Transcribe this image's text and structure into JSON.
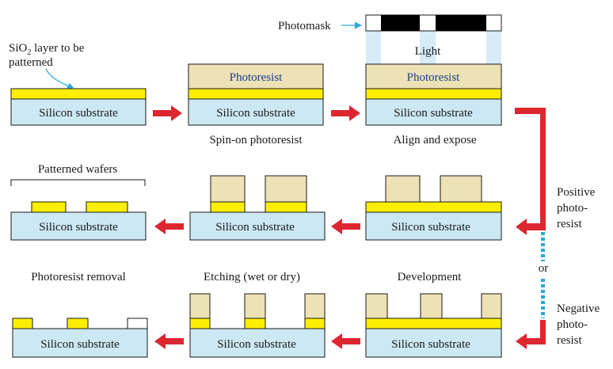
{
  "labels": {
    "photomask": "Photomask",
    "sio2_line1": "SiO",
    "sio2_sub": "2",
    "sio2_line1_rest": " layer to be",
    "sio2_line2": "patterned",
    "light": "Light",
    "photoresist": "Photoresist",
    "silicon_substrate": "Silicon substrate",
    "spin_on": "Spin-on photoresist",
    "align_expose": "Align and expose",
    "patterned_wafers": "Patterned wafers",
    "positive_line1": "Positive",
    "positive_line2": "photo-",
    "positive_line3": "resist",
    "or": "or",
    "negative_line1": "Negative",
    "negative_line2": "photo-",
    "negative_line3": "resist",
    "photoresist_removal": "Photoresist removal",
    "etching": "Etching (wet or dry)",
    "development": "Development"
  },
  "colors": {
    "substrate": "#cce8f4",
    "oxide": "#ffee00",
    "photoresist": "#ede1b6",
    "arrow": "#dd2630",
    "light": "#d6ecf7",
    "mask_opaque": "#000000",
    "pointer": "#29a8e0",
    "dotted_path": "#29a8e0"
  }
}
